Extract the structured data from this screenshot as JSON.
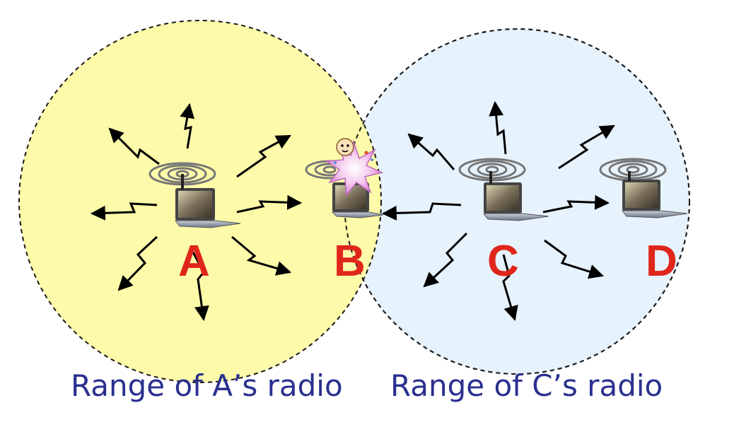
{
  "colors": {
    "range_a_fill": "#fdfaa9",
    "range_c_fill": "#e6f2fc",
    "range_border": "#1a1a1a",
    "node_label": "#e0261b",
    "caption_text": "#2a2f8f",
    "signal_arrow": "#000000"
  },
  "nodes": [
    {
      "id": "A",
      "label": "A",
      "icon": "laptop-icon",
      "transmitting": true
    },
    {
      "id": "B",
      "label": "B",
      "icon": "laptop-icon",
      "transmitting": false,
      "collision": true
    },
    {
      "id": "C",
      "label": "C",
      "icon": "laptop-icon",
      "transmitting": true
    },
    {
      "id": "D",
      "label": "D",
      "icon": "laptop-icon",
      "transmitting": false
    }
  ],
  "ranges": [
    {
      "id": "range-a",
      "caption": "Range of A’s radio"
    },
    {
      "id": "range-c",
      "caption": "Range of C’s radio"
    }
  ],
  "icons": {
    "antenna": "radio-waves-icon",
    "collision": "collision-burst-icon",
    "signal": "lightning-arrow-icon"
  }
}
